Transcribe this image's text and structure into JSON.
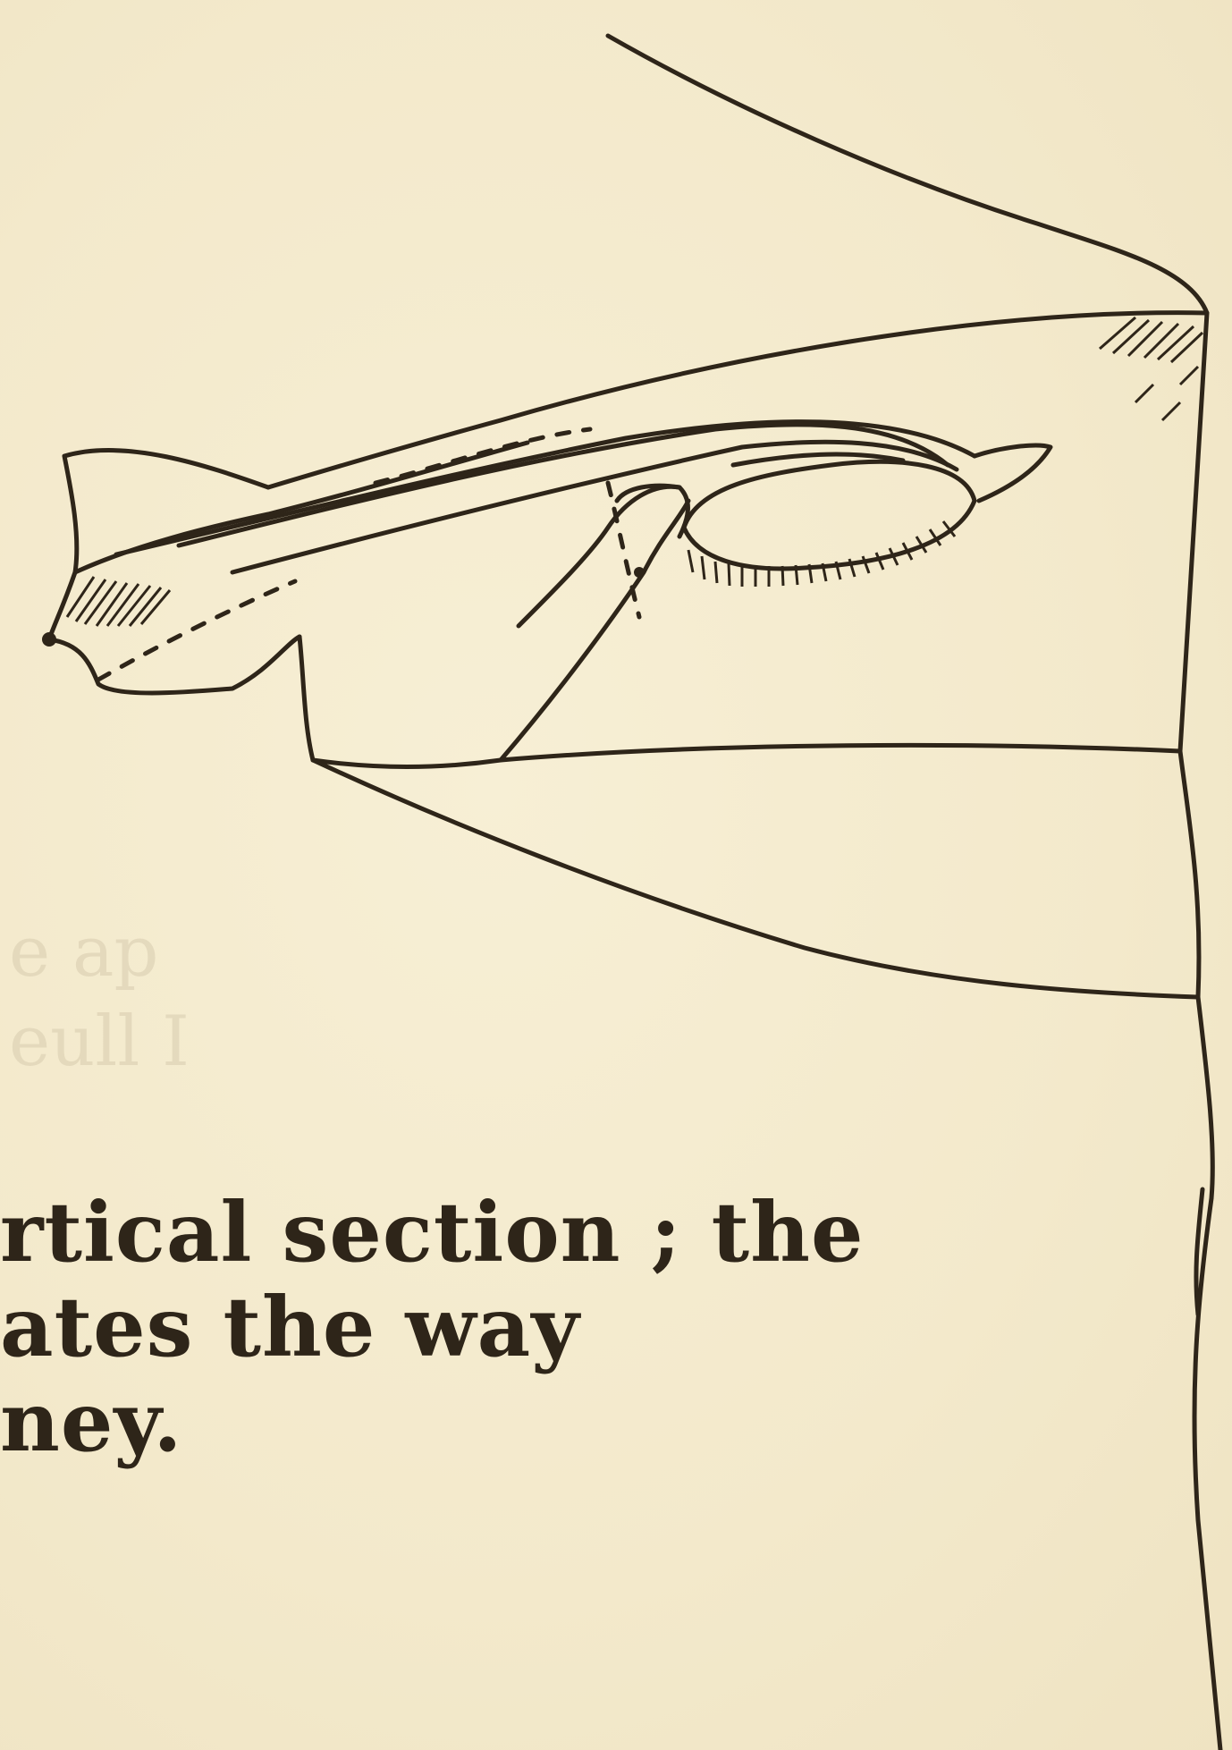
{
  "caption": {
    "lines": [
      "rtical section ;  the",
      "ates the way",
      "ney."
    ]
  },
  "show_through": {
    "line1": "e ap",
    "line2": "eull I"
  },
  "colors": {
    "paper": "#f5eccf",
    "ink": "#2e2519"
  }
}
